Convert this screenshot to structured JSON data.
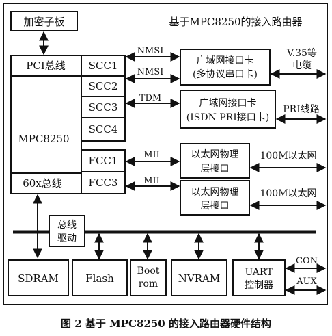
{
  "figure": {
    "outer_title": "基于MPC8250的接入路由器",
    "caption": "图 2   基于 MPC8250 的接入路由器硬件结构"
  },
  "blocks": {
    "encryption_board": "加密子板",
    "pci_bus": "PCI总线",
    "cpu": "MPC8250",
    "bus_60x": "60x总线",
    "scc1": "SCC1",
    "scc2": "SCC2",
    "scc3": "SCC3",
    "scc4": "SCC4",
    "fcc1": "FCC1",
    "fcc3": "FCC3",
    "wan_card_1": [
      "广域网接口卡",
      "(多协议串口卡)"
    ],
    "wan_card_2": [
      "广域网接口卡",
      "(ISDN PRI接口卡)"
    ],
    "eth_phy_1": [
      "以太网物理",
      "层接口"
    ],
    "eth_phy_2": [
      "以太网物理",
      "层接口"
    ],
    "bus_driver": [
      "总线",
      "驱动"
    ],
    "sdram": "SDRAM",
    "flash": "Flash",
    "bootrom": [
      "Boot",
      "rom"
    ],
    "nvram": "NVRAM",
    "uart": [
      "UART",
      "控制器"
    ]
  },
  "links": {
    "nmsi_1": "NMSI",
    "nmsi_2": "NMSI",
    "tdm": "TDM",
    "mii_1": "MII",
    "mii_2": "MII",
    "v35": [
      "V.35等",
      "电缆"
    ],
    "pri": "PRI线路",
    "eth_100m_1": "100M以太网",
    "eth_100m_2": "100M以太网",
    "con": "CON",
    "aux": "AUX"
  }
}
